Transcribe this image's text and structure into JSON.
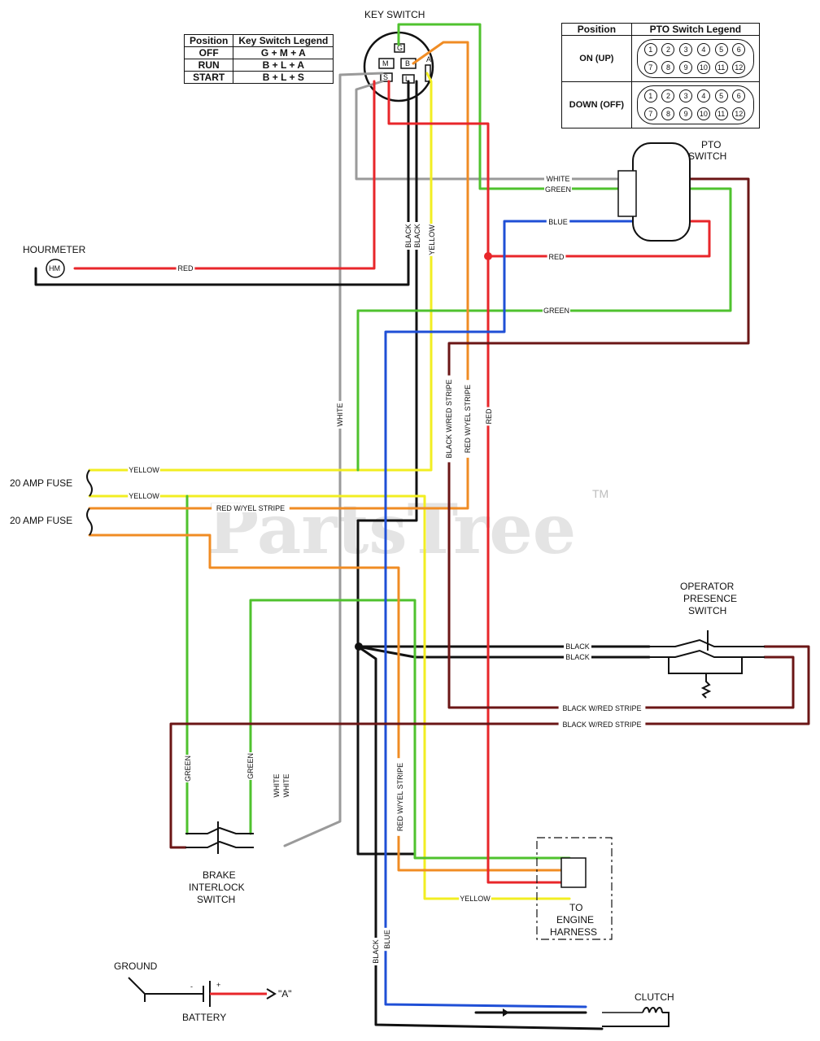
{
  "components": {
    "key_switch": "KEY SWITCH",
    "pto_switch_line1": "PTO",
    "pto_switch_line2": "SWITCH",
    "hourmeter": "HOURMETER",
    "hourmeter_symbol": "HM",
    "fuse1": "20 AMP FUSE",
    "fuse2": "20 AMP FUSE",
    "ops_line1": "OPERATOR",
    "ops_line2": "PRESENCE",
    "ops_line3": "SWITCH",
    "brake_line1": "BRAKE",
    "brake_line2": "INTERLOCK",
    "brake_line3": "SWITCH",
    "engine_line1": "TO",
    "engine_line2": "ENGINE",
    "engine_line3": "HARNESS",
    "ground": "GROUND",
    "battery": "BATTERY",
    "battery_ref": "\"A\"",
    "clutch": "CLUTCH",
    "key_terminals": {
      "g": "G",
      "m": "M",
      "b": "B",
      "a": "A",
      "s": "S",
      "l": "L"
    },
    "battery_minus": "-",
    "battery_plus": "+"
  },
  "key_legend": {
    "headers": [
      "Position",
      "Key Switch Legend"
    ],
    "rows": [
      [
        "OFF",
        "G + M + A"
      ],
      [
        "RUN",
        "B + L + A"
      ],
      [
        "START",
        "B + L + S"
      ]
    ]
  },
  "pto_legend": {
    "headers": [
      "Position",
      "PTO Switch Legend"
    ],
    "rows": [
      {
        "position": "ON (UP)",
        "pins": [
          "1",
          "2",
          "3",
          "4",
          "5",
          "6",
          "7",
          "8",
          "9",
          "10",
          "11",
          "12"
        ]
      },
      {
        "position": "DOWN (OFF)",
        "pins": [
          "1",
          "2",
          "3",
          "4",
          "5",
          "6",
          "7",
          "8",
          "9",
          "10",
          "11",
          "12"
        ]
      }
    ]
  },
  "wire_labels": {
    "white_pto": "WHITE",
    "green_pto": "GREEN",
    "blue_pto": "BLUE",
    "red_pto": "RED",
    "red_hm": "RED",
    "green_mid": "GREEN",
    "black_v1": "BLACK",
    "black_v2": "BLACK",
    "yellow_v": "YELLOW",
    "white_v": "WHITE",
    "black_red_v": "BLACK W/RED STRIPE",
    "red_yel_v": "RED W/YEL STRIPE",
    "red_v": "RED",
    "yellow_fuse1": "YELLOW",
    "yellow_fuse2": "YELLOW",
    "red_yel_fuse": "RED W/YEL STRIPE",
    "black_ops1": "BLACK",
    "black_ops2": "BLACK",
    "black_red_h1": "BLACK W/RED STRIPE",
    "black_red_h2": "BLACK W/RED STRIPE",
    "green_brake1": "GREEN",
    "green_brake2": "GREEN",
    "white_brake1": "WHITE",
    "white_brake2": "WHITE",
    "red_yel_lower": "RED W/YEL STRIPE",
    "yellow_engine": "YELLOW",
    "black_lower": "BLACK",
    "blue_lower": "BLUE"
  },
  "watermark": {
    "text": "PartsTree",
    "tm": "TM"
  },
  "colors": {
    "red": "#e8262a",
    "black": "#111111",
    "yellow": "#f2ee22",
    "green": "#4fc22e",
    "blue": "#1f4fd6",
    "orange": "#f08c24",
    "white_wire": "#9a9a9a",
    "maroon": "#6b1616"
  }
}
